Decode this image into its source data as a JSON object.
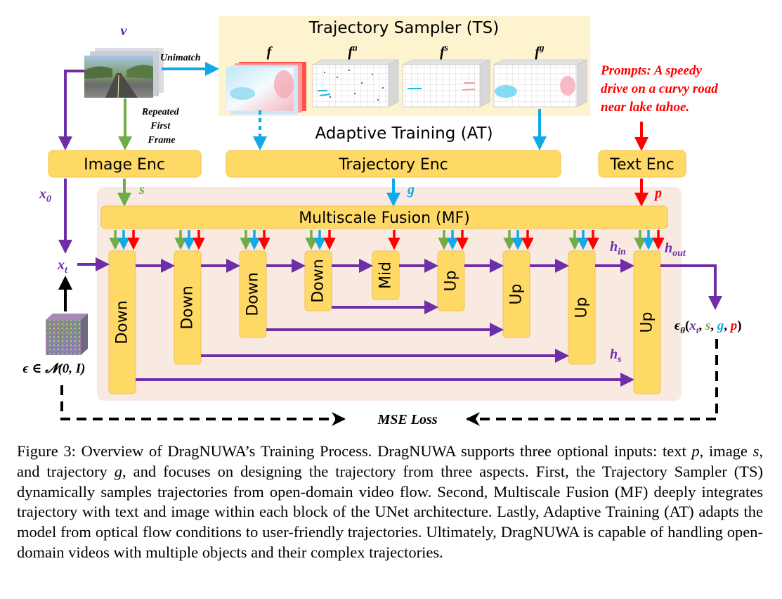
{
  "colors": {
    "purple": "#6f2da8",
    "green": "#70ad47",
    "blue": "#11a9e7",
    "red": "#ff0000",
    "block": "#ffd966",
    "block_border": "#f2c14e",
    "ts_panel": "#fdf3cf",
    "unet_panel": "#f8e9e1",
    "prompt_text": "#ff0000"
  },
  "labels": {
    "v": "v",
    "unimatch": "Unimatch",
    "repeated": "Repeated",
    "first": "First",
    "frame": "Frame",
    "x0": "x",
    "x0_sub": "0",
    "xt": "x",
    "xt_sub": "t",
    "s": "s",
    "g": "g",
    "p": "p",
    "h_in": "h",
    "h_in_sub": "in",
    "h_out": "h",
    "h_out_sub": "out",
    "h_s": "h",
    "h_s_sub": "s",
    "noise_eps": "ϵ ∈ 𝓝(0, I)",
    "mse_loss": "MSE Loss",
    "eps_theta": "ϵ",
    "eps_theta_sub": "θ",
    "eps_args_open": "(",
    "eps_args_xt": "x",
    "eps_args_xt_sub": "t",
    "eps_args_sep": ", ",
    "eps_args_s": "s",
    "eps_args_g": "g",
    "eps_args_p": "p",
    "eps_args_close": ")"
  },
  "trajectory_sampler": {
    "title": "Trajectory Sampler (TS)",
    "f": "f",
    "fa_base": "f",
    "fa_sup": "a",
    "fs_base": "f",
    "fs_sup": "s",
    "fg_base": "f",
    "fg_sup": "g"
  },
  "adaptive_training": "Adaptive Training (AT)",
  "prompt": {
    "line1": "Prompts: A speedy",
    "line2": "drive on a curvy road",
    "line3": "near lake tahoe."
  },
  "encoders": {
    "image": "Image Enc",
    "trajectory": "Trajectory Enc",
    "text": "Text Enc"
  },
  "fusion": "Multiscale Fusion (MF)",
  "unet_blocks": [
    {
      "label": "Down"
    },
    {
      "label": "Down"
    },
    {
      "label": "Down"
    },
    {
      "label": "Down"
    },
    {
      "label": "Mid"
    },
    {
      "label": "Up"
    },
    {
      "label": "Up"
    },
    {
      "label": "Up"
    },
    {
      "label": "Up"
    }
  ],
  "caption": {
    "p1": "Figure 3: Overview of DragNUWA’s Training Process. DragNUWA supports three optional inputs: text ",
    "var_p": "p",
    "p2": ", image ",
    "var_s": "s",
    "p3": ", and trajectory ",
    "var_g": "g",
    "p4": ", and focuses on designing the trajectory from three aspects. First, the Trajectory Sampler (TS) dynamically samples trajectories from open-domain video flow. Second, Multiscale Fusion (MF) deeply integrates trajectory with text and image within each block of the UNet architecture. Lastly, Adaptive Training (AT) adapts the model from optical flow conditions to user-friendly trajectories. Ultimately, DragNUWA is capable of handling open-domain videos with multiple objects and their complex trajectories."
  }
}
